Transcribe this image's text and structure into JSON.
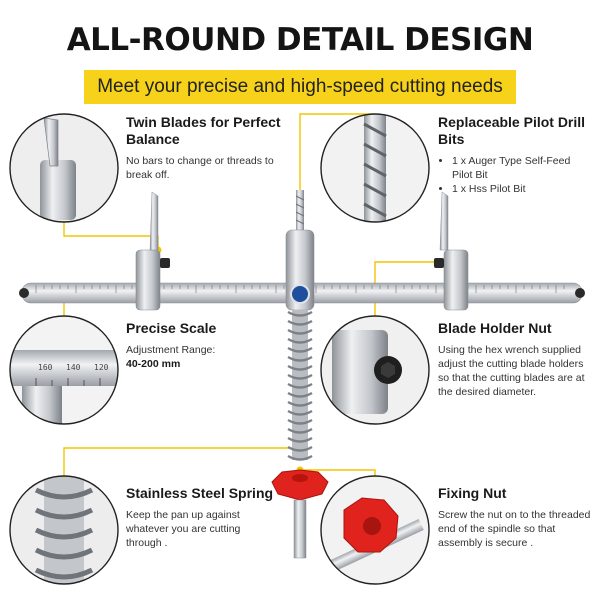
{
  "header": {
    "title": "ALL-ROUND DETAIL DESIGN",
    "subtitle": "Meet your precise and high-speed cutting needs"
  },
  "features": {
    "twin_blades": {
      "title": "Twin Blades for Perfect Balance",
      "description": "No bars to change or threads to break off."
    },
    "pilot_bits": {
      "title": "Replaceable Pilot Drill Bits",
      "items": [
        "1 x Auger Type Self-Feed Pilot Bit",
        "1 x Hss Pilot Bit"
      ]
    },
    "precise_scale": {
      "title": "Precise Scale",
      "range_label": "Adjustment Range:",
      "range_value": "40-200 mm",
      "scale_ticks": [
        "160",
        "140",
        "120"
      ]
    },
    "blade_holder_nut": {
      "title": "Blade Holder Nut",
      "description": "Using the hex wrench supplied  adjust the cutting blade holders so that the cutting blades are at the desired diameter."
    },
    "stainless_spring": {
      "title": "Stainless Steel Spring",
      "description": "Keep the pan up against whatever you are cutting through ."
    },
    "fixing_nut": {
      "title": "Fixing Nut",
      "description": "Screw the nut on to the threaded end of the spindle so that assembly is secure ."
    }
  },
  "colors": {
    "accent_yellow": "#f7d21a",
    "nut_red": "#e0231c",
    "steel": "#c9ccd0"
  }
}
